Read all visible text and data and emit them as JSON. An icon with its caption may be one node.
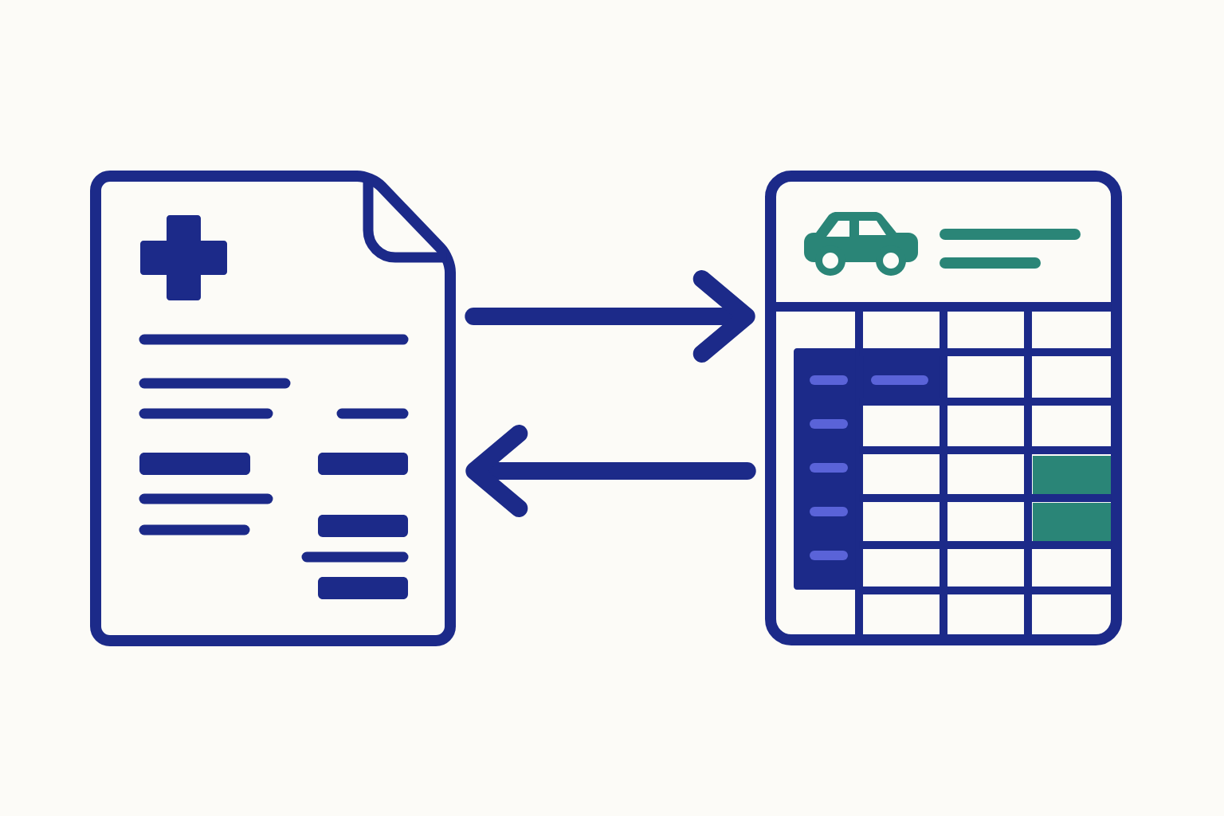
{
  "diagram": {
    "nodes": [
      {
        "text": [],
        "shape": "picture"
      },
      {
        "text": [],
        "shape": "picture"
      }
    ],
    "edges": [
      {
        "from": 0,
        "to": 1,
        "arrow": "to"
      },
      {
        "from": 1,
        "to": 0,
        "arrow": "to"
      }
    ]
  }
}
